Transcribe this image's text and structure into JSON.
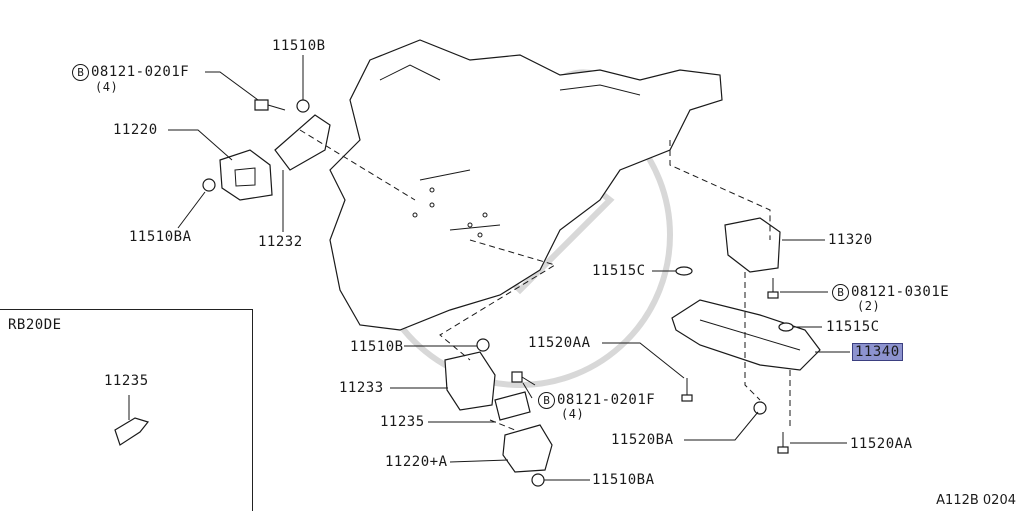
{
  "callouts": {
    "bolt_top_left": "08121-0201F",
    "bolt_top_left_qty": "(4)",
    "nut_top": "11510B",
    "insulator_left": "11220",
    "nut_left": "11510BA",
    "bracket_left": "11232",
    "insulator_rear": "11320",
    "washer_upper": "11515C",
    "bolt_right": "08121-0301E",
    "bolt_right_qty": "(2)",
    "washer_lower": "11515C",
    "member": "11340",
    "bolt_member": "11520AA",
    "nut_bracket_right": "11510B",
    "bracket_right": "11233",
    "bolt_center": "08121-0201F",
    "bolt_center_qty": "(4)",
    "plate_right": "11235",
    "insulator_right": "11220+A",
    "nut_right": "11510BA",
    "nut_member": "11520BA",
    "bolt_member_lower": "11520AA"
  },
  "bolt_symbol": "B",
  "variant": {
    "title": "RB20DE",
    "part": "11235"
  },
  "diagram_code": "A112B 0204",
  "highlighted_part": "11340",
  "colors": {
    "highlight": "#8d93cf",
    "line": "#1a1a1a",
    "watermark": "#d8d8d8"
  }
}
